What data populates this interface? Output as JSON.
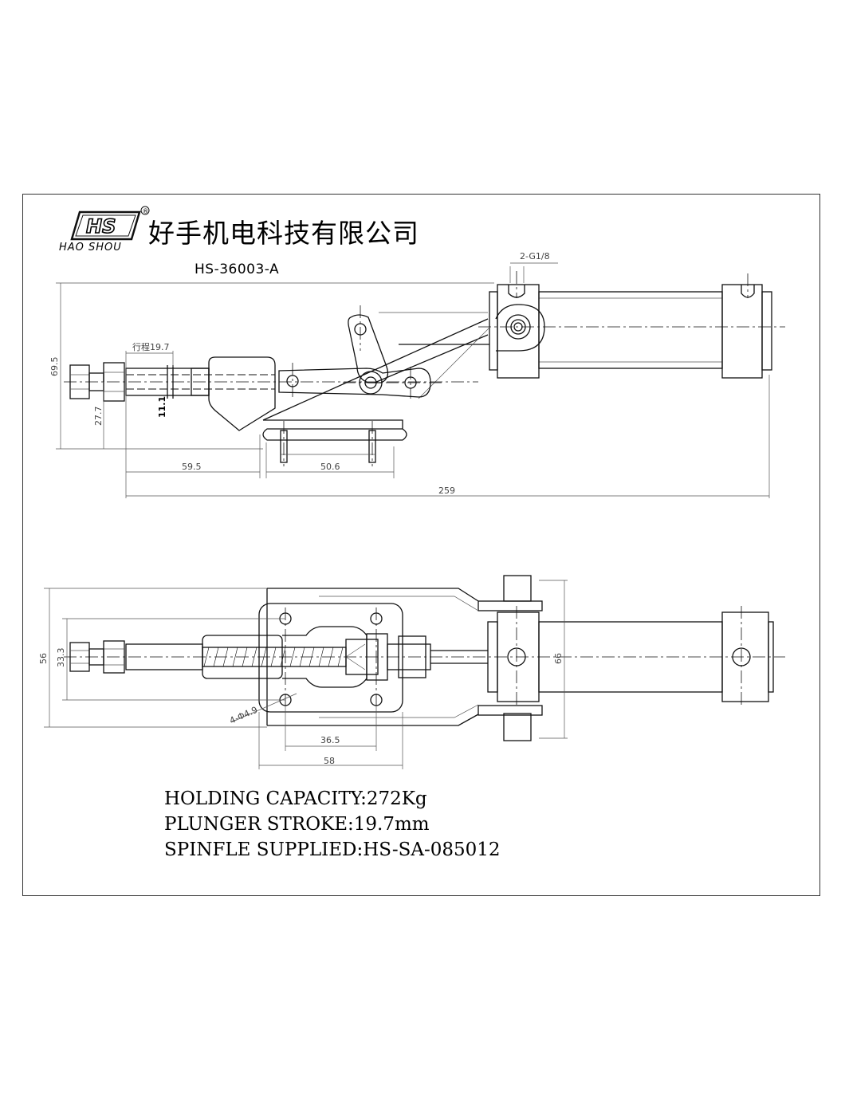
{
  "header": {
    "logo_mark": "HS",
    "brand": "HAO SHOU",
    "registered": "®",
    "company": "好手机电科技有限公司",
    "model": "HS-36003-A"
  },
  "dimensions": {
    "port": "2-G1/8",
    "stroke": "行程19.7",
    "overall_height": "69.5",
    "base_height": "27.7",
    "shaft_dia": "11.1",
    "length_a": "59.5",
    "length_b": "50.6",
    "overall_length": "259",
    "top_width": "56",
    "hole_span_y": "33.3",
    "cyl_dia": "66",
    "holes": "4-Φ4.9",
    "hole_span_x": "36.5",
    "base_width": "58"
  },
  "specs": {
    "holding": "HOLDING CAPACITY:272Kg",
    "stroke": "PLUNGER STROKE:19.7mm",
    "spindle": "SPINFLE SUPPLIED:HS-SA-085012"
  }
}
